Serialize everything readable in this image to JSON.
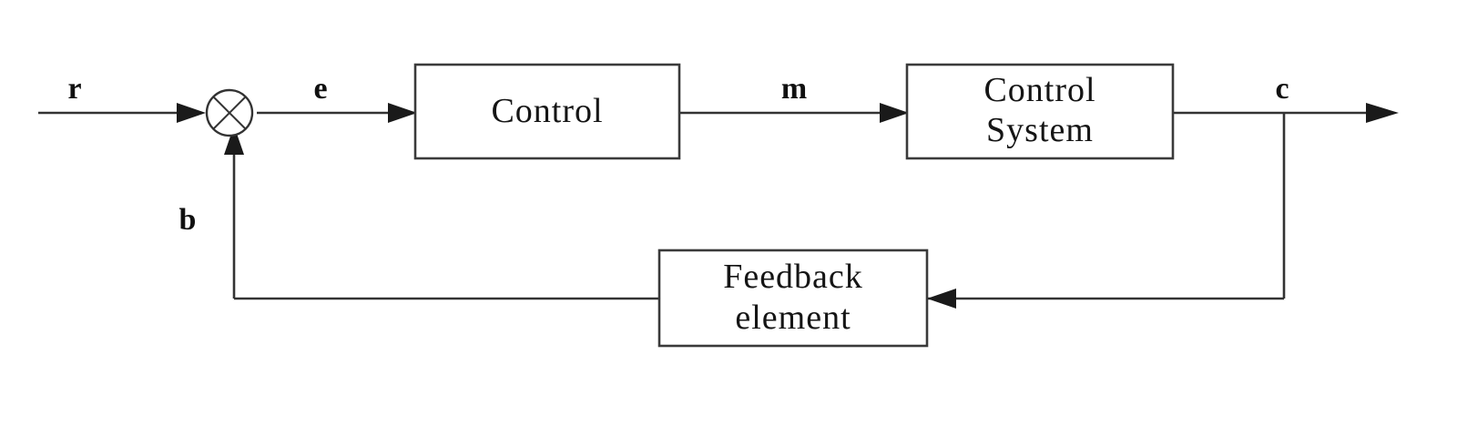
{
  "diagram": {
    "signals": {
      "r": "r",
      "e": "e",
      "m": "m",
      "c": "c",
      "b": "b"
    },
    "blocks": {
      "control": {
        "lines": [
          "Control"
        ]
      },
      "control_system": {
        "lines": [
          "Control",
          "System"
        ]
      },
      "feedback_element": {
        "lines": [
          "Feedback",
          "element"
        ]
      }
    },
    "summing_junction": {
      "symbol": "multiply-cross-circle"
    }
  }
}
